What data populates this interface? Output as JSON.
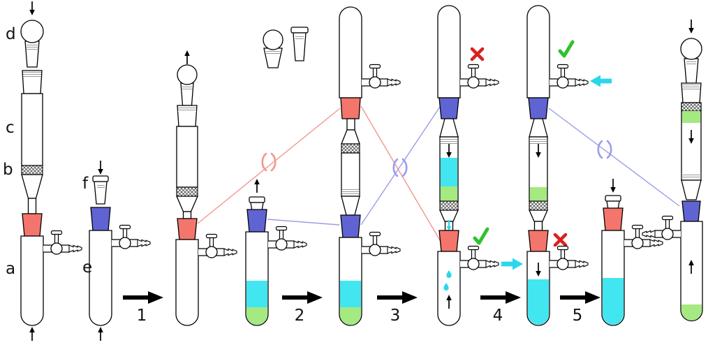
{
  "labels": {
    "a": "a",
    "b": "b",
    "c": "c",
    "d": "d",
    "e": "e",
    "f": "f"
  },
  "steps": [
    "1",
    "2",
    "3",
    "4",
    "5"
  ],
  "colors": {
    "joint_red": "#f4756b",
    "joint_blue": "#6064d2",
    "liquid_cyan": "#42e6f0",
    "solid_green": "#a4ea80",
    "flow_cyan": "#2bd7ea",
    "check_green": "#2ec22e",
    "cross_red": "#d92020",
    "swap_line_red": "#f2968f",
    "swap_line_blue": "#9a9de8",
    "background": "#ffffff"
  }
}
